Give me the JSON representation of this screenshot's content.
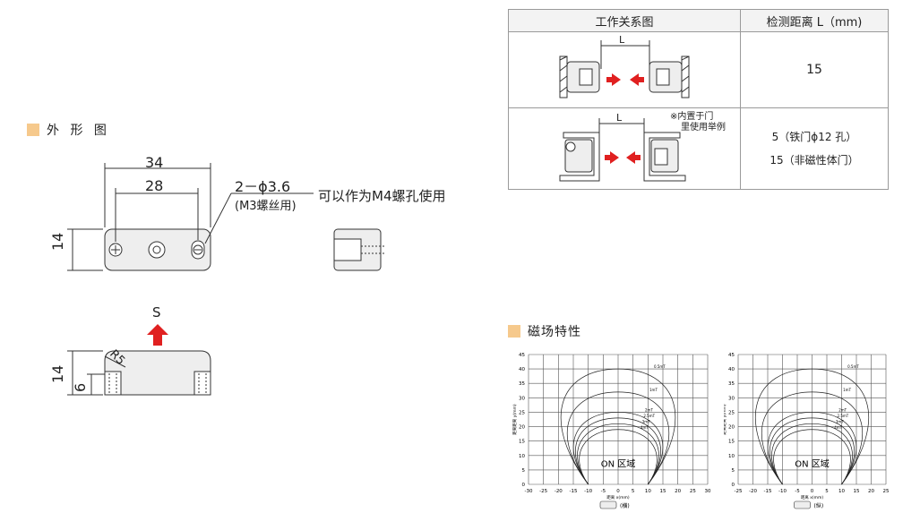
{
  "outline": {
    "title": "外 形 图",
    "dim_34": "34",
    "dim_28": "28",
    "dim_14_top": "14",
    "hole_spec": "2－ϕ3.6",
    "hole_note": "(M3螺丝用)",
    "hole_desc": "可以作为M4螺孔使用",
    "pole_label": "S",
    "dim_14_side": "14",
    "dim_6": "6",
    "radius": "R5"
  },
  "spec_table": {
    "col_diagram": "工作关系图",
    "col_distance": "检测距离 L（mm)",
    "row1": {
      "L": "L",
      "value": "15"
    },
    "row2": {
      "L": "L",
      "note_line1": "※内置于门",
      "note_line2": "里使用举例",
      "value1": "5（铁门ϕ12 孔）",
      "value2": "15（非磁性体门）"
    }
  },
  "magnetic": {
    "title": "磁场特性",
    "left": {
      "y_ticks": [
        "45",
        "40",
        "35",
        "30",
        "25",
        "20",
        "15",
        "10",
        "5",
        "0"
      ],
      "x_ticks": [
        "-30",
        "-25",
        "-20",
        "-15",
        "-10",
        "-5",
        "0",
        "5",
        "10",
        "15",
        "20",
        "25",
        "30"
      ],
      "ylabel": "距离距离 y(mm)",
      "xlabel": "距离 x(mm)",
      "on_label": "ON 区域",
      "caption": "(横)",
      "curve_labels": [
        "0.5mT",
        "1mT",
        "2mT",
        "2.5mT",
        "3mT",
        "4mT"
      ]
    },
    "right": {
      "y_ticks": [
        "45",
        "40",
        "35",
        "30",
        "25",
        "20",
        "15",
        "10",
        "5",
        "0"
      ],
      "x_ticks": [
        "-25",
        "-20",
        "-15",
        "-10",
        "-5",
        "0",
        "5",
        "10",
        "15",
        "20",
        "25"
      ],
      "ylabel": "距离距离 y(mm)",
      "xlabel": "距离 x(mm)",
      "on_label": "ON 区域",
      "caption": "(纵)",
      "curve_labels": [
        "0.5mT",
        "1mT",
        "2mT",
        "2.5mT",
        "3mT",
        "4mT"
      ]
    }
  },
  "colors": {
    "accent": "#f6c98c",
    "arrow": "#e02020",
    "body_fill": "#eeeeee"
  }
}
